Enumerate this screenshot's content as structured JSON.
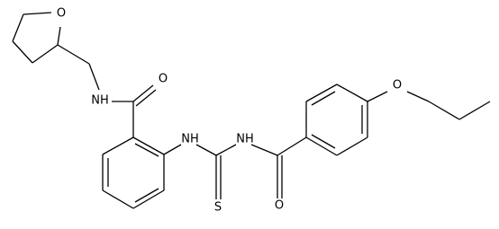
{
  "atoms": {
    "ring_oxygen": "O",
    "amide_nh": "NH",
    "amide_oxygen": "O",
    "thiourea_nh_left": "NH",
    "thiourea_nh_right": "NH",
    "thione_sulfur": "S",
    "benzoyl_oxygen": "O",
    "ether_oxygen": "O"
  }
}
